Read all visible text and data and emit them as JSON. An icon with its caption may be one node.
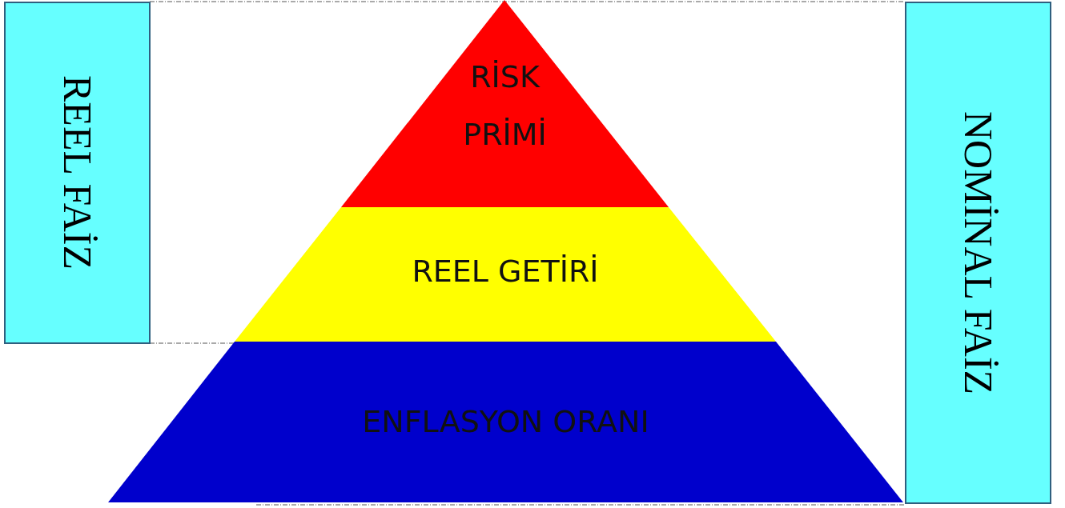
{
  "diagram": {
    "nodes": [
      {
        "text": [
          "REEL FAİZ"
        ]
      },
      {
        "text": [
          "RİSK PRİMİ"
        ]
      },
      {
        "text": [
          "REEL GETİRİ"
        ]
      },
      {
        "text": [
          "ENFLASYON ORANI"
        ]
      },
      {
        "text": [
          "NOMİNAL FAİZ"
        ]
      }
    ]
  }
}
